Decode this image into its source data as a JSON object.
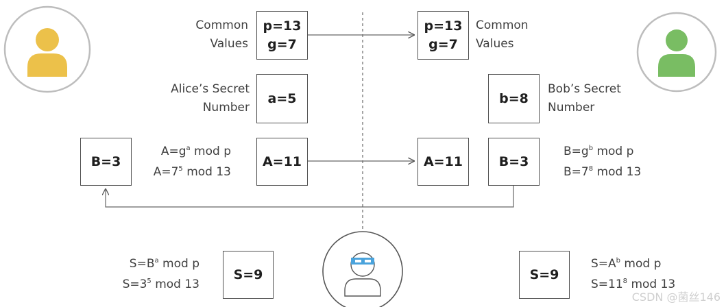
{
  "common": {
    "left_label": [
      "Common",
      "Values"
    ],
    "right_label": [
      "Common",
      "Values"
    ],
    "p": "p=13",
    "g": "g=7"
  },
  "alice": {
    "secret_label": [
      "Alice’s Secret",
      "Number"
    ],
    "secret": "a=5",
    "public": "A=11",
    "received": "B=3",
    "formula1": {
      "base": "A=g",
      "exp": "a",
      "rest": " mod p"
    },
    "formula2": {
      "base": "A=7",
      "exp": "5",
      "rest": " mod 13"
    },
    "shared": "S=9",
    "shared_formula1": {
      "base": "S=B",
      "exp": "a",
      "rest": " mod p"
    },
    "shared_formula2": {
      "base": "S=3",
      "exp": "5",
      "rest": " mod 13"
    }
  },
  "bob": {
    "secret_label": [
      "Bob’s Secret",
      "Number"
    ],
    "secret": "b=8",
    "public": "B=3",
    "received": "A=11",
    "formula1": {
      "base": "B=g",
      "exp": "b",
      "rest": " mod p"
    },
    "formula2": {
      "base": "B=7",
      "exp": "8",
      "rest": " mod 13"
    },
    "shared": "S=9",
    "shared_formula1": {
      "base": "S=A",
      "exp": "b",
      "rest": " mod p"
    },
    "shared_formula2": {
      "base": "S=11",
      "exp": "8",
      "rest": " mod 13"
    }
  },
  "avatars": {
    "alice_color": "#ecc14a",
    "bob_color": "#79bd63",
    "eve_mask_color": "#4aa3dc"
  },
  "watermark": "CSDN @菌丝146"
}
